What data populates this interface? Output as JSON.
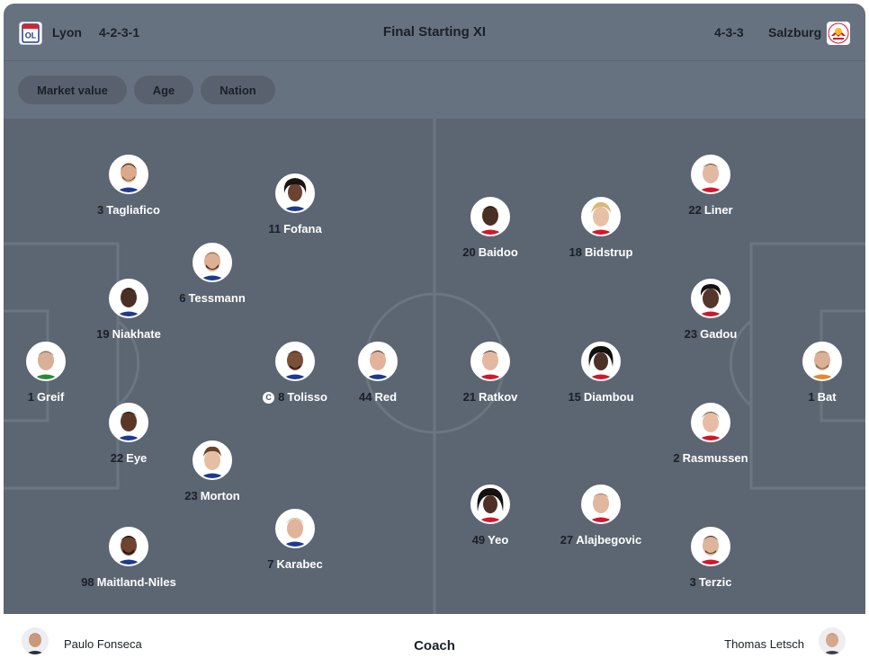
{
  "header": {
    "title": "Final Starting XI",
    "home": {
      "name": "Lyon",
      "formation": "4-2-3-1",
      "logo_icon": "lyon-crest-icon",
      "logo_color": "#d6242c"
    },
    "away": {
      "name": "Salzburg",
      "formation": "4-3-3",
      "logo_icon": "salzburg-bull-crest-icon",
      "logo_color": "#d2172a"
    }
  },
  "filters": [
    {
      "label": "Market value"
    },
    {
      "label": "Age"
    },
    {
      "label": "Nation"
    }
  ],
  "home_players": [
    {
      "number": "3",
      "name": "Tagliafico",
      "skin": "#d9a98a",
      "hair": "#3a2a20"
    },
    {
      "number": "11",
      "name": "Fofana",
      "skin": "#6b4330",
      "hair": "#1b1410"
    },
    {
      "number": "6",
      "name": "Tessmann",
      "skin": "#dcb093",
      "hair": "#4a3020"
    },
    {
      "number": "19",
      "name": "Niakhate",
      "skin": "#4a2f24",
      "hair": "#141010"
    },
    {
      "number": "1",
      "name": "Greif",
      "skin": "#d8b098",
      "hair": "#3a2c24"
    },
    {
      "number": "8",
      "name": "Tolisso",
      "skin": "#7a5039",
      "hair": "#1c1410",
      "captain": true
    },
    {
      "number": "44",
      "name": "Red",
      "skin": "#e2b39a",
      "hair": "#3c2a1e"
    },
    {
      "number": "22",
      "name": "Eye",
      "skin": "#5a3828",
      "hair": "#161110"
    },
    {
      "number": "23",
      "name": "Morton",
      "skin": "#e6bea4",
      "hair": "#6a4326"
    },
    {
      "number": "98",
      "name": "Maitland-Niles",
      "skin": "#6e4431",
      "hair": "#1c1410"
    },
    {
      "number": "7",
      "name": "Karabec",
      "skin": "#e0b49a",
      "hair": "#b99a6a"
    }
  ],
  "away_players": [
    {
      "number": "20",
      "name": "Baidoo",
      "skin": "#4a2f24",
      "hair": "#151010"
    },
    {
      "number": "18",
      "name": "Bidstrup",
      "skin": "#e8c0a6",
      "hair": "#d8b878"
    },
    {
      "number": "22",
      "name": "Liner",
      "skin": "#e1b8a0",
      "hair": "#5a4030"
    },
    {
      "number": "23",
      "name": "Gadou",
      "skin": "#55362a",
      "hair": "#151010"
    },
    {
      "number": "21",
      "name": "Ratkov",
      "skin": "#e2b89e",
      "hair": "#2c2420"
    },
    {
      "number": "15",
      "name": "Diambou",
      "skin": "#4d3126",
      "hair": "#151010"
    },
    {
      "number": "1",
      "name": "Bat",
      "skin": "#dcb096",
      "hair": "#6b4b32"
    },
    {
      "number": "2",
      "name": "Rasmussen",
      "skin": "#e6bda4",
      "hair": "#6a4a32"
    },
    {
      "number": "49",
      "name": "Yeo",
      "skin": "#4e3026",
      "hair": "#161111"
    },
    {
      "number": "27",
      "name": "Alajbegovic",
      "skin": "#e0b69c",
      "hair": "#4a3426"
    },
    {
      "number": "3",
      "name": "Terzic",
      "skin": "#deb49b",
      "hair": "#2f2620"
    }
  ],
  "coaches": {
    "label": "Coach",
    "home": "Paulo Fonseca",
    "away": "Thomas Letsch"
  }
}
